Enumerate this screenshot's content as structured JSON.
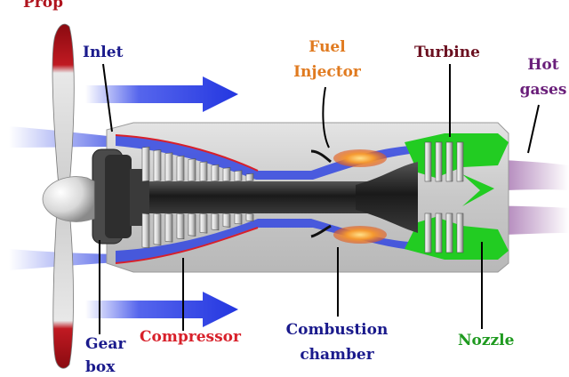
{
  "labels": {
    "prop": "Prop",
    "inlet": "Inlet",
    "fuel_injector_line1": "Fuel",
    "fuel_injector_line2": "Injector",
    "turbine": "Turbine",
    "hot_gases_line1": "Hot",
    "hot_gases_line2": "gases",
    "gear_box_line1": "Gear",
    "gear_box_line2": "box",
    "compressor": "Compressor",
    "combustion_chamber_line1": "Combustion",
    "combustion_chamber_line2": "chamber",
    "nozzle": "Nozzle"
  },
  "colors": {
    "prop_label": "#b0141e",
    "inlet_label": "#1a1a8c",
    "fuel_injector_label": "#e07a1f",
    "turbine_label": "#6b1020",
    "hot_gases_label": "#6a1f7a",
    "gear_box_label": "#1a1a8c",
    "compressor_label": "#d8202a",
    "combustion_label": "#1a1a8c",
    "nozzle_label": "#1f9a20",
    "airflow_arrow": "#2b3fe8",
    "engine_casing": "#cfcfcf",
    "shaft": "#2a2a2a",
    "flame": "#f08a2a",
    "nozzle_green": "#22cc22",
    "exhaust": "#7a2f8a"
  }
}
